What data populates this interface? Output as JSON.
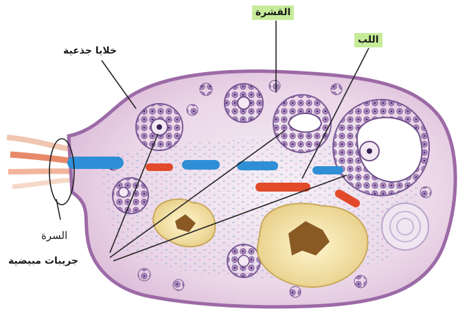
{
  "labels": {
    "cortex": "القشرة",
    "medulla": "اللب",
    "germinal_cells": "خلايا جذعية",
    "hilum": "السرة",
    "follicles": "جريبات مبيضية"
  },
  "colors": {
    "outline": "#9c6aa6",
    "tissue": "#e6cde2",
    "follicle_cells": "#8a6aa6",
    "blue_vessel": "#2f8fd6",
    "red_vessel": "#e24a2a",
    "corpus_yellow": "#f3e3a2",
    "corpus_brown": "#8a5a24",
    "label_highlight": "#c6ec9a"
  }
}
